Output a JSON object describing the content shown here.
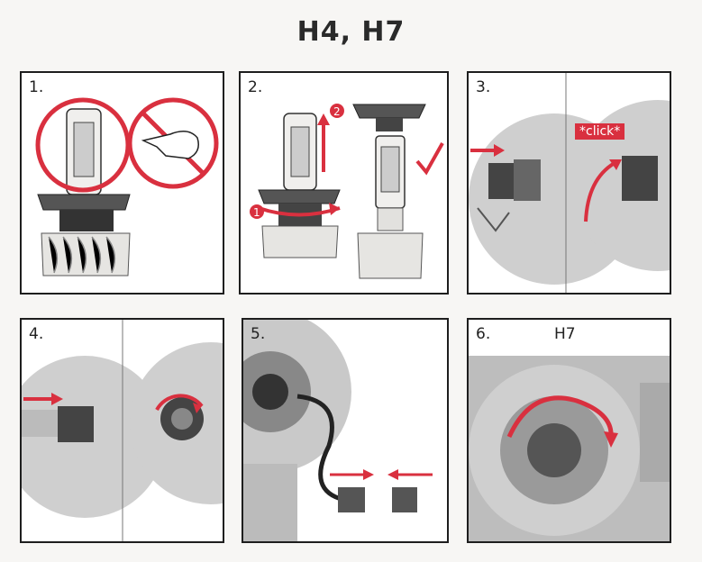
{
  "title": "H4, H7",
  "steps": [
    {
      "number": "1."
    },
    {
      "number": "2."
    },
    {
      "number": "3.",
      "badge": "*click*"
    },
    {
      "number": "4."
    },
    {
      "number": "5."
    },
    {
      "number": "6.",
      "label": "H7"
    }
  ],
  "callouts": {
    "one": "1",
    "two": "2"
  },
  "colors": {
    "accent": "#d9303f",
    "line": "#1e1e1e",
    "bulb_gray": "#8a8a8a"
  },
  "icons": [
    "prohibited-icon",
    "checkmark-icon",
    "arrow-icon",
    "rotate-arrow-icon"
  ]
}
